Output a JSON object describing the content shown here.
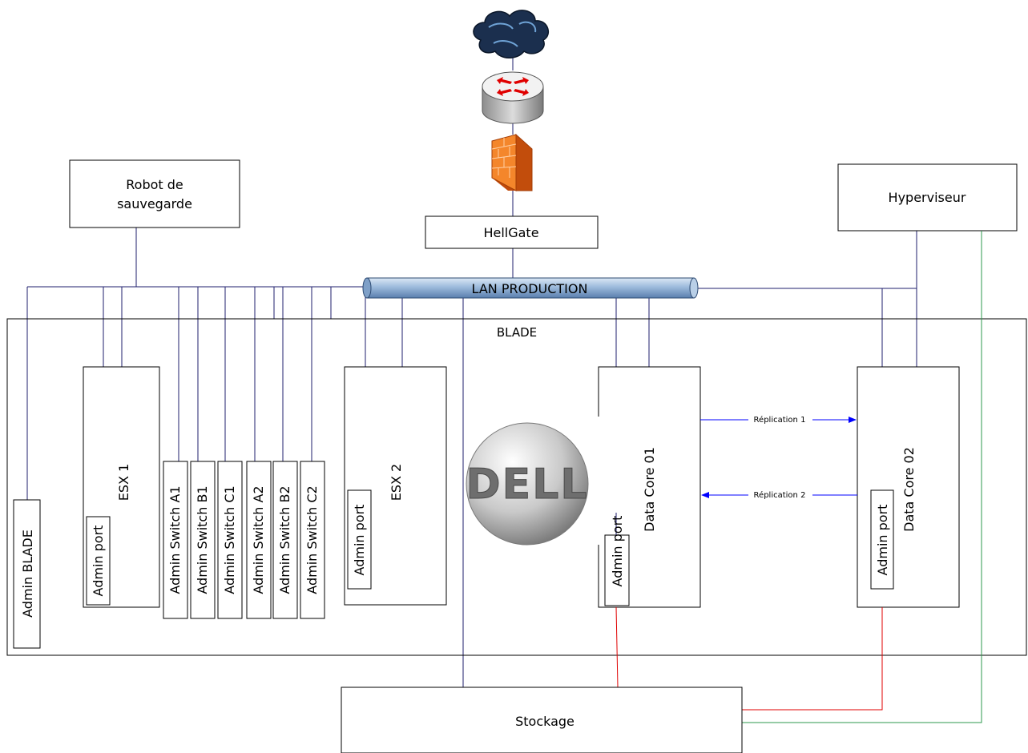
{
  "diagram": {
    "nodes": {
      "robot": {
        "label_lines": [
          "Robot de",
          "sauvegarde"
        ]
      },
      "hellgate": {
        "label": "HellGate"
      },
      "hyperviseur": {
        "label": "Hyperviseur"
      },
      "lan": {
        "label": "LAN PRODUCTION"
      },
      "blade": {
        "label": "BLADE"
      },
      "admin_blade": {
        "label": "Admin BLADE"
      },
      "esx1": {
        "label": "ESX 1",
        "port_label": "Admin port"
      },
      "esx2": {
        "label": "ESX 2",
        "port_label": "Admin port"
      },
      "switches": [
        {
          "label": "Admin Switch A1"
        },
        {
          "label": "Admin Switch B1"
        },
        {
          "label": "Admin Switch C1"
        },
        {
          "label": "Admin Switch A2"
        },
        {
          "label": "Admin Switch B2"
        },
        {
          "label": "Admin Switch C2"
        }
      ],
      "datacore01": {
        "label": "Data Core 01",
        "port_label": "Admin port"
      },
      "datacore02": {
        "label": "Data Core 02",
        "port_label": "Admin port"
      },
      "stockage": {
        "label": "Stockage"
      },
      "dell_logo": {
        "text": "DELL"
      }
    },
    "links": {
      "replication1": "Réplication 1",
      "replication2": "Réplication 2"
    },
    "icons": [
      "cloud-icon",
      "router-icon",
      "firewall-icon"
    ],
    "colors": {
      "network": "#1f1f6e",
      "replication": "#0000ff",
      "storage_red": "#e00000",
      "storage_green": "#2e9a4e",
      "lan_pipe": "#8fb1d6"
    }
  }
}
